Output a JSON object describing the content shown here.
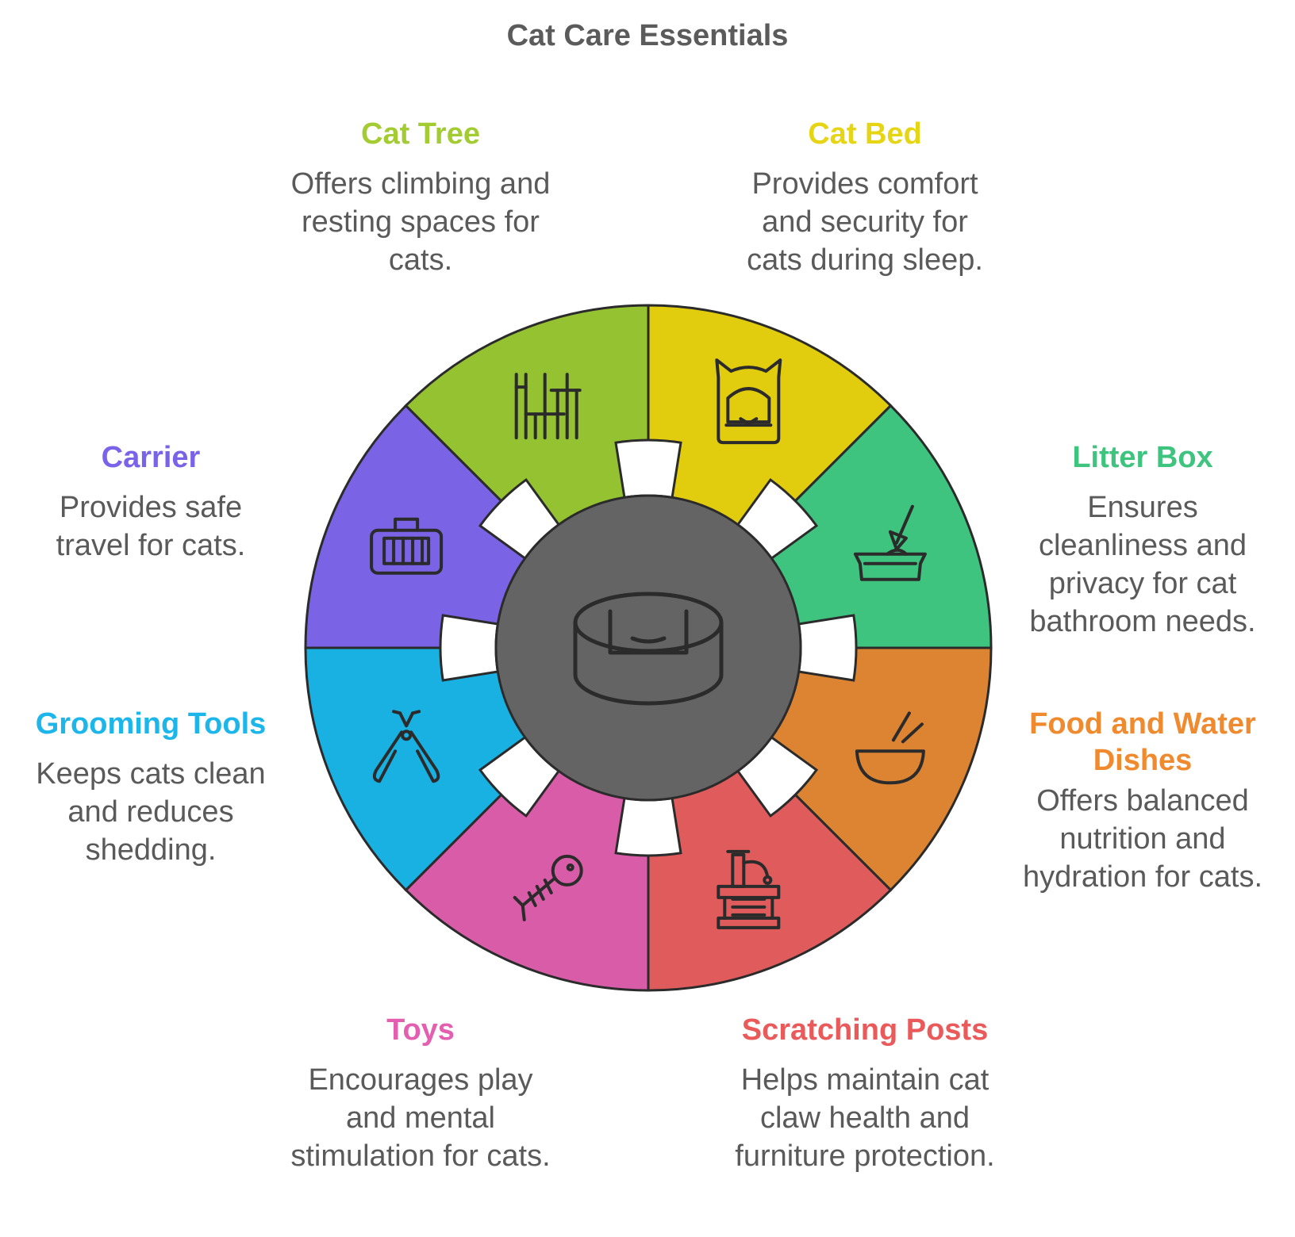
{
  "title": "Cat Care Essentials",
  "center_icon": "cat-bowl-icon",
  "segments": [
    {
      "key": "cat-bed",
      "title": "Cat Bed",
      "desc": "Provides comfort and security for cats during sleep.",
      "color": "#e2cc0e",
      "title_color": "#e6d514",
      "icon": "cat-bed-icon"
    },
    {
      "key": "litter-box",
      "title": "Litter Box",
      "desc": "Ensures cleanliness and privacy for cat bathroom needs.",
      "color": "#3ec47f",
      "title_color": "#3ec47f",
      "icon": "litter-box-icon"
    },
    {
      "key": "food-water",
      "title": "Food and Water Dishes",
      "desc": "Offers balanced nutrition and hydration for cats.",
      "color": "#dc8432",
      "title_color": "#f08a2e",
      "icon": "food-bowl-icon"
    },
    {
      "key": "scratching-posts",
      "title": "Scratching Posts",
      "desc": "Helps maintain cat claw health and furniture protection.",
      "color": "#e05c5c",
      "title_color": "#ea5a5a",
      "icon": "scratching-post-icon"
    },
    {
      "key": "toys",
      "title": "Toys",
      "desc": "Encourages play and mental stimulation for cats.",
      "color": "#d95ca8",
      "title_color": "#e35fb0",
      "icon": "fish-toy-icon"
    },
    {
      "key": "grooming-tools",
      "title": "Grooming Tools",
      "desc": "Keeps cats clean and reduces shedding.",
      "color": "#19b0e2",
      "title_color": "#1cb6ea",
      "icon": "nail-clipper-icon"
    },
    {
      "key": "carrier",
      "title": "Carrier",
      "desc": "Provides safe travel for cats.",
      "color": "#7a63e4",
      "title_color": "#7a63e8",
      "icon": "carrier-icon"
    },
    {
      "key": "cat-tree",
      "title": "Cat Tree",
      "desc": "Offers climbing and resting spaces for cats.",
      "color": "#95c231",
      "title_color": "#a3cc32",
      "icon": "cat-tree-icon"
    }
  ]
}
